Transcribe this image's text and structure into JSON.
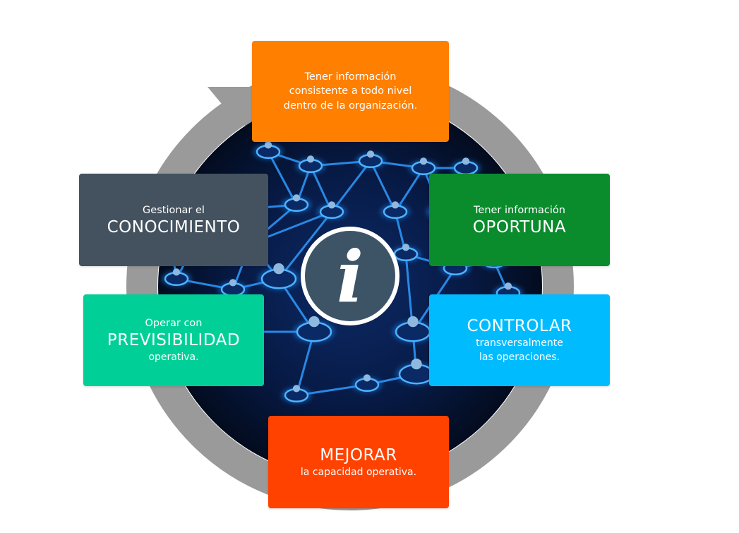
{
  "colors": {
    "ring": "#9a9a9a",
    "network_bg": "#06122e",
    "glow": "#1a8cff",
    "center_badge": "#3d5466",
    "orange": "#ff7f00",
    "dark_slate": "#44525f",
    "green": "#0a8b2c",
    "teal": "#00d097",
    "sky_blue": "#00bcff",
    "red_orange": "#ff4200"
  },
  "center_icon": {
    "name": "info-icon",
    "glyph": "i"
  },
  "cards": {
    "top": {
      "color": "#ff7f00",
      "lines": [
        "Tener información",
        "consistente a todo nivel",
        "dentro de la organización."
      ]
    },
    "left": {
      "color": "#44525f",
      "small": "Gestionar el",
      "big": "CONOCIMIENTO"
    },
    "right": {
      "color": "#0a8b2c",
      "small": "Tener información",
      "big": "OPORTUNA"
    },
    "left2": {
      "color": "#00d097",
      "small": "Operar con",
      "big": "PREVISIBILIDAD",
      "small2": "operativa."
    },
    "right2": {
      "color": "#00bcff",
      "big": "CONTROLAR",
      "small": "transversalmente",
      "small2": "las operaciones."
    },
    "bottom": {
      "color": "#ff4200",
      "big": "MEJORAR",
      "small": "la capacidad operativa."
    }
  }
}
